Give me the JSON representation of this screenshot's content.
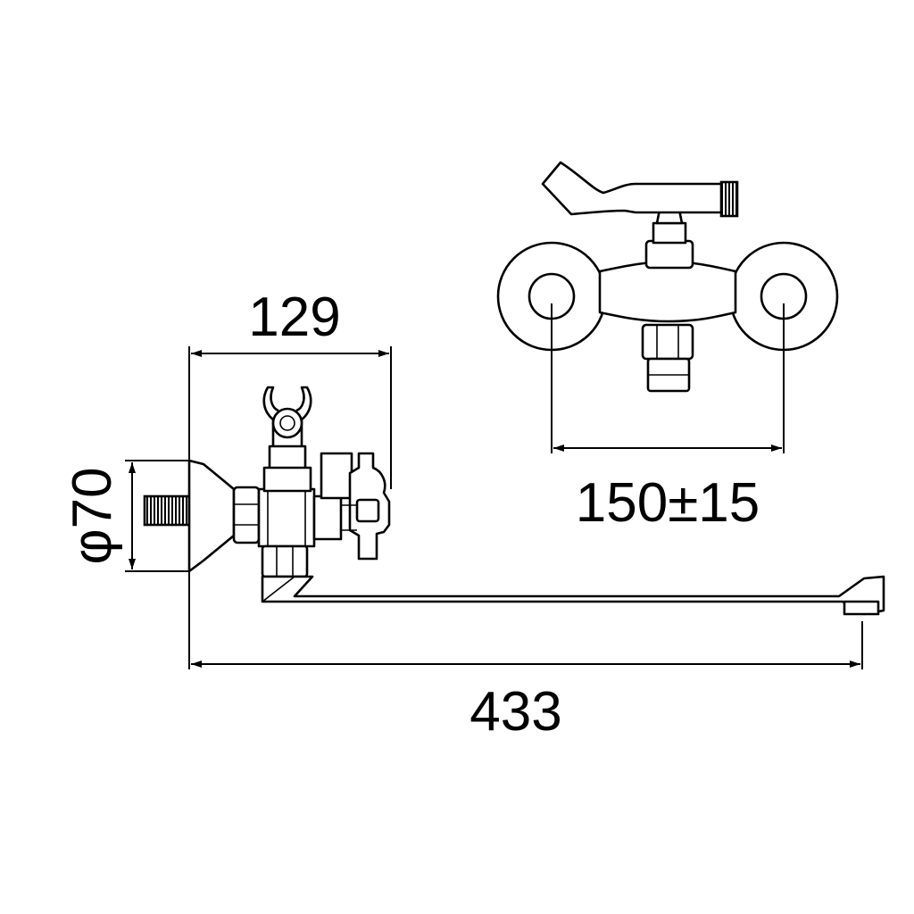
{
  "diagram": {
    "dimensions": {
      "depth": "129",
      "flange_diameter": "φ70",
      "total_length": "433",
      "center_distance": "150±15"
    }
  }
}
